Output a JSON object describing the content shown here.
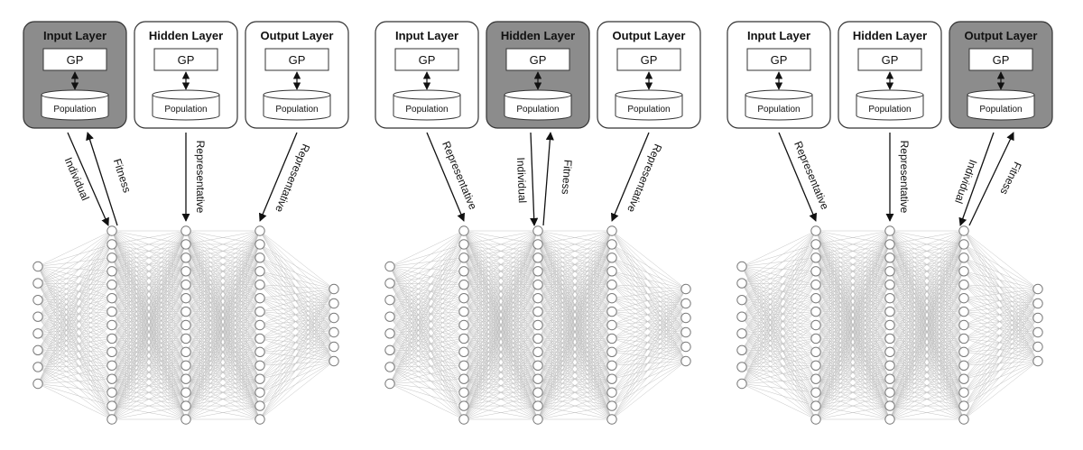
{
  "panels": [
    {
      "highlight": 0,
      "boxes": [
        {
          "title": "Input Layer",
          "gp": "GP",
          "population": "Population"
        },
        {
          "title": "Hidden Layer",
          "gp": "GP",
          "population": "Population"
        },
        {
          "title": "Output Layer",
          "gp": "GP",
          "population": "Population"
        }
      ],
      "arrow_labels": {
        "individual": "Individual",
        "fitness": "Fitness",
        "rep1": "Representative",
        "rep2": "Representative"
      }
    },
    {
      "highlight": 1,
      "boxes": [
        {
          "title": "Input Layer",
          "gp": "GP",
          "population": "Population"
        },
        {
          "title": "Hidden Layer",
          "gp": "GP",
          "population": "Population"
        },
        {
          "title": "Output Layer",
          "gp": "GP",
          "population": "Population"
        }
      ],
      "arrow_labels": {
        "individual": "Individual",
        "fitness": "Fitness",
        "rep1": "Representative",
        "rep2": "Representative"
      }
    },
    {
      "highlight": 2,
      "boxes": [
        {
          "title": "Input Layer",
          "gp": "GP",
          "population": "Population"
        },
        {
          "title": "Hidden Layer",
          "gp": "GP",
          "population": "Population"
        },
        {
          "title": "Output Layer",
          "gp": "GP",
          "population": "Population"
        }
      ],
      "arrow_labels": {
        "individual": "Individual",
        "fitness": "Fitness",
        "rep1": "Representative",
        "rep2": "Representative"
      }
    }
  ],
  "network": {
    "layer_sizes": [
      8,
      15,
      15,
      15,
      6
    ]
  },
  "colors": {
    "highlight_fill": "#8c8c8c",
    "box_fill": "#ffffff",
    "box_stroke": "#333333",
    "node_stroke": "#7a7a7a",
    "edge": "#bdbdbd"
  }
}
